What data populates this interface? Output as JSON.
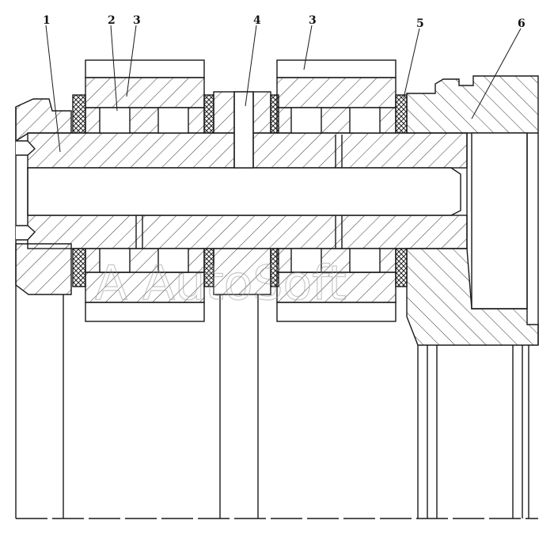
{
  "callouts": [
    "1",
    "2",
    "3",
    "4",
    "3",
    "5",
    "6"
  ],
  "watermark": "A AutoSoft",
  "colors": {
    "line": "#1a1a1a",
    "background": "#ffffff",
    "hatch": "#333333",
    "seal": "#222222",
    "watermark": "#9a9a9a"
  }
}
